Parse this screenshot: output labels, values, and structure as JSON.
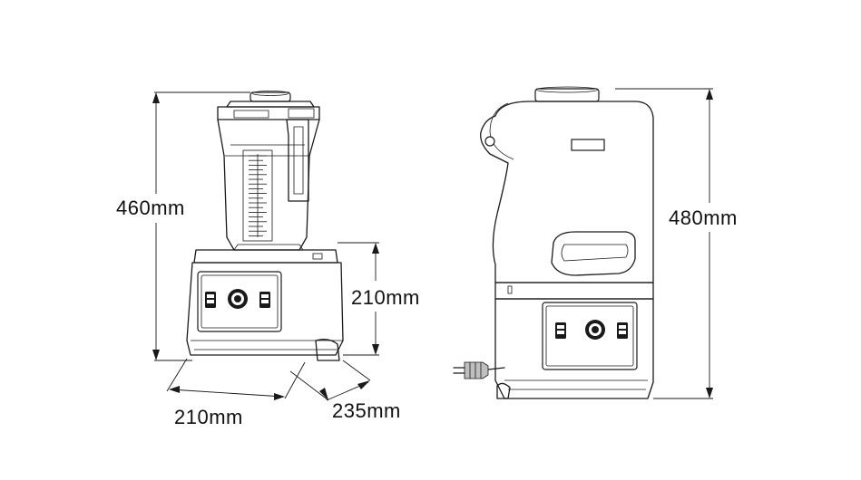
{
  "colors": {
    "line": "#1a1a1a",
    "background": "#ffffff"
  },
  "dimensions": {
    "front_height": "460mm",
    "base_height": "210mm",
    "base_width": "210mm",
    "base_depth": "235mm",
    "side_height": "480mm"
  }
}
